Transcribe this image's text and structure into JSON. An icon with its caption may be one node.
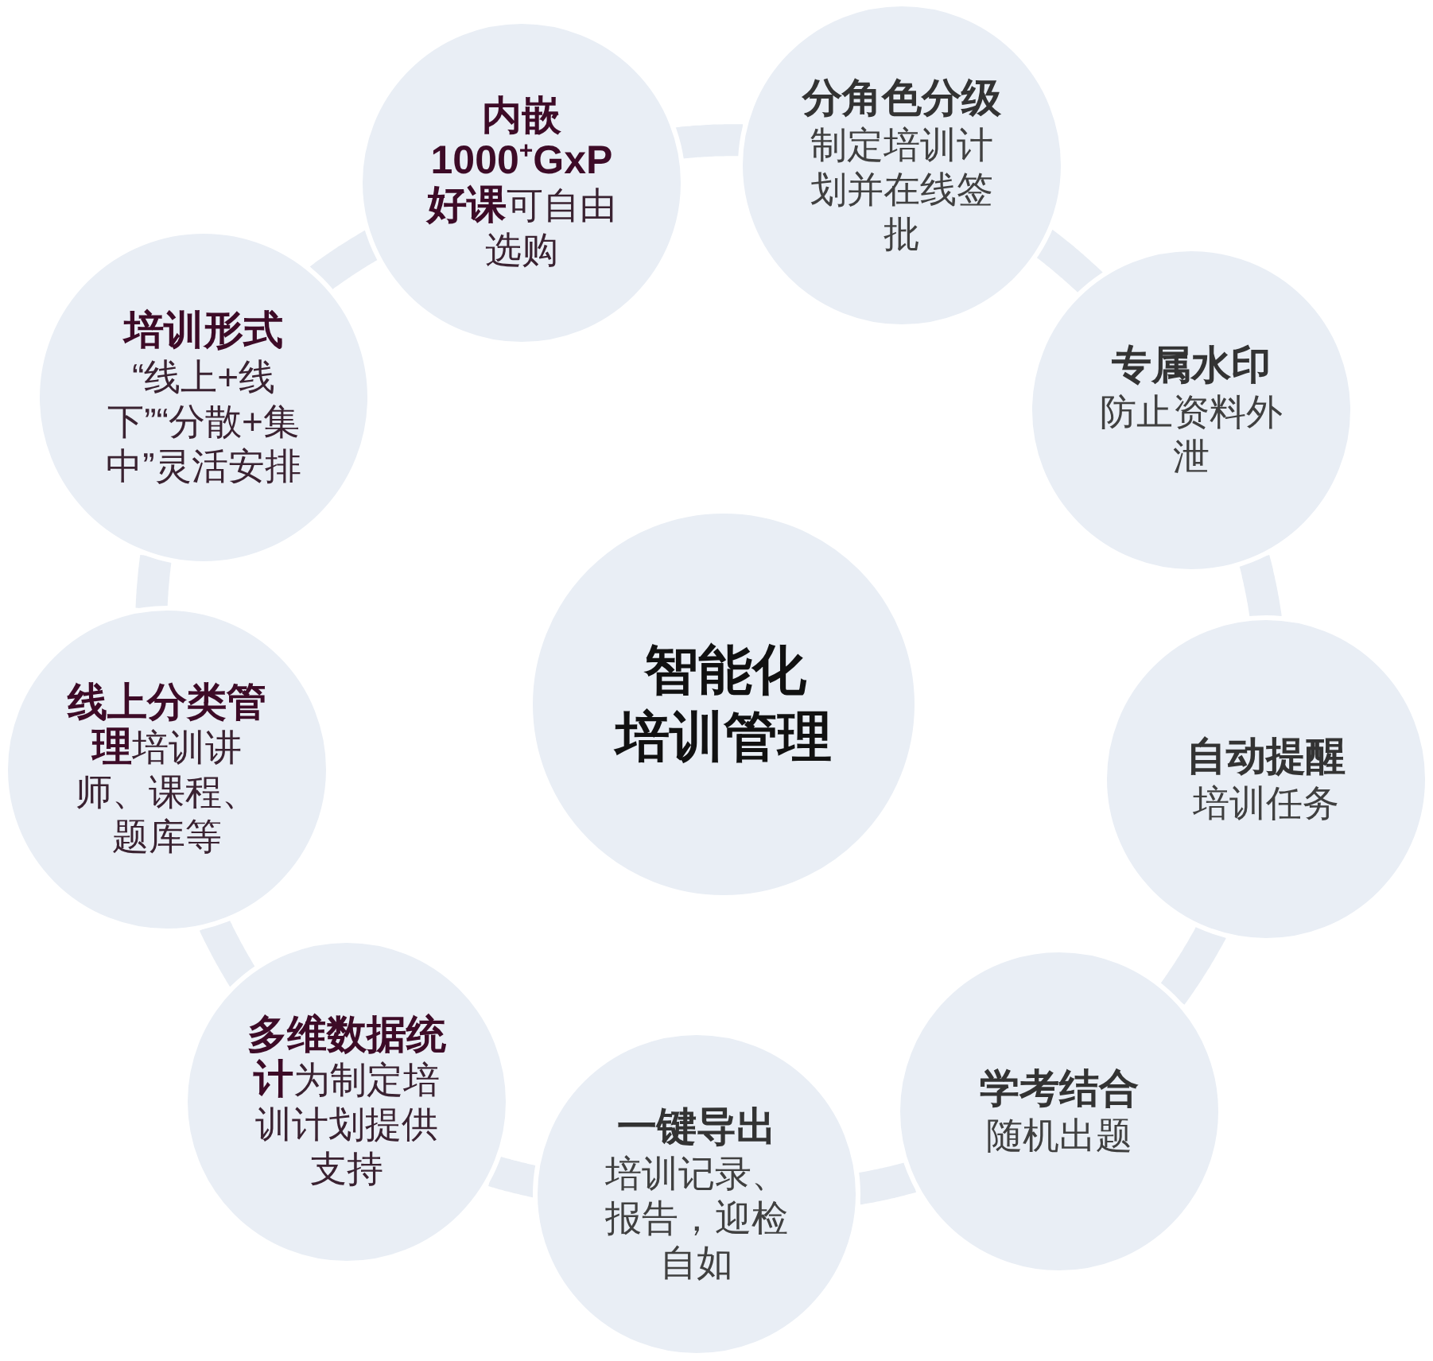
{
  "diagram": {
    "nodes": [
      {
        "text": [
          "智能化培训管理"
        ]
      },
      {
        "text": [
          "**内嵌1000$^{+}$GxP好课**可自由选购"
        ]
      },
      {
        "text": [
          "分角色分级",
          "制定培训计划并在线签批"
        ]
      },
      {
        "text": [
          "专属水印",
          "防止资料外泄"
        ]
      },
      {
        "text": [
          "自动提醒",
          "培训任务"
        ]
      },
      {
        "text": [
          "学考结合",
          "随机出题"
        ]
      },
      {
        "text": [
          "一键导出",
          "培训记录、报告，迎检自如"
        ]
      },
      {
        "text": [
          "**多维数据统计**为制定培训计划提供支持"
        ]
      },
      {
        "text": [
          "**线上分类管理**培训讲师、课程、题库等"
        ]
      },
      {
        "text": [
          "培训形式",
          "“线上+线下”“分散+集中”灵活安排"
        ]
      }
    ],
    "edges": [
      {
        "from": 1,
        "to": 2,
        "arrow": "none"
      },
      {
        "from": 2,
        "to": 3,
        "arrow": "none"
      },
      {
        "from": 3,
        "to": 4,
        "arrow": "none"
      },
      {
        "from": 4,
        "to": 5,
        "arrow": "none"
      },
      {
        "from": 5,
        "to": 6,
        "arrow": "none"
      },
      {
        "from": 6,
        "to": 7,
        "arrow": "none"
      },
      {
        "from": 7,
        "to": 8,
        "arrow": "none"
      },
      {
        "from": 8,
        "to": 9,
        "arrow": "none"
      },
      {
        "from": 9,
        "to": 1,
        "arrow": "none"
      }
    ]
  }
}
